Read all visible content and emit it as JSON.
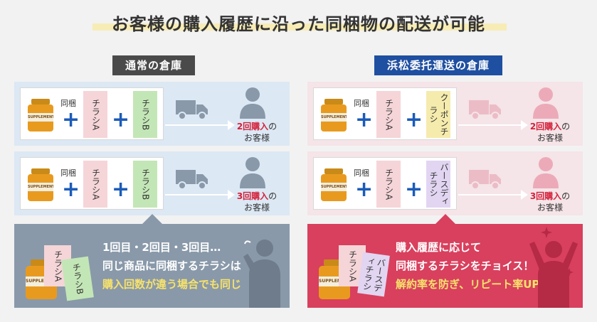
{
  "title": "お客様の購入履歴に沿った同梱物の配送が可能",
  "left": {
    "label": "通常の倉庫",
    "rows": [
      {
        "doukon": "同梱",
        "flyer1": "チラシA",
        "flyer2": "チラシB",
        "count_red": "2回購入",
        "count_suffix": "の",
        "count_line2": "お客様"
      },
      {
        "doukon": "同梱",
        "flyer1": "チラシA",
        "flyer2": "チラシB",
        "count_red": "3回購入",
        "count_suffix": "の",
        "count_line2": "お客様"
      }
    ],
    "bottom": {
      "flyer_a": "チラシA",
      "flyer_b": "チラシB",
      "line1": "1回目・2回目・3回目…",
      "line2": "同じ商品に同梱するチラシは",
      "line3": "購入回数が違う場合でも同じ"
    }
  },
  "right": {
    "label": "浜松委托運送の倉庫",
    "rows": [
      {
        "doukon": "同梱",
        "flyer1": "チラシA",
        "flyer2": "クーポンチラシ",
        "count_red": "2回購入",
        "count_suffix": "の",
        "count_line2": "お客様"
      },
      {
        "doukon": "同梱",
        "flyer1": "チラシA",
        "flyer2": "バースディチラシ",
        "count_red": "3回購入",
        "count_suffix": "の",
        "count_line2": "お客様"
      }
    ],
    "bottom": {
      "flyer_a": "チラシA",
      "flyer_b": "バースディチラシ",
      "line1": "購入履歴に応じて",
      "line2": "同梱するチラシをチョイス！",
      "line3": "解約率を防ぎ、リピート率UP!"
    }
  },
  "supplement_label": "SUPPLEMENT",
  "colors": {
    "plus": "#1b5bb8",
    "count_red": "#d4213b",
    "left_label_bg": "#4a4a4a",
    "right_label_bg": "#1f4fa0",
    "left_panel_bg": "#dce8f4",
    "right_panel_bg": "#f5e4e8",
    "left_bottom_bg": "#8999a9",
    "right_bottom_bg": "#d8405e",
    "highlight_text": "#f7e26b"
  },
  "icons": [
    "supplement-bottle-icon",
    "truck-icon",
    "person-icon",
    "worried-person-icon",
    "cheering-person-icon",
    "sparkle-icon"
  ]
}
